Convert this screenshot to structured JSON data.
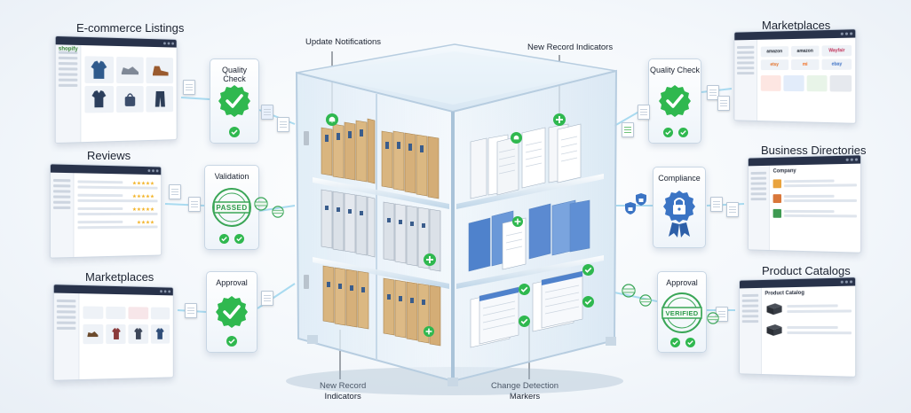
{
  "labels": {
    "ecommerce_listings": "E-commerce Listings",
    "reviews": "Reviews",
    "marketplaces_left": "Marketplaces",
    "marketplaces_right": "Marketplaces",
    "business_directories": "Business Directories",
    "product_catalogs": "Product Catalogs",
    "update_notifications": "Update Notifications",
    "new_record_indicators_top": "New Record Indicators",
    "new_record_indicators_bottom_line1": "New Record",
    "new_record_indicators_bottom_line2": "Indicators",
    "change_detection_line1": "Change Detection",
    "change_detection_line2": "Markers"
  },
  "cards": {
    "quality_check_left": "Quality Check",
    "validation": "Validation",
    "approval_left": "Approval",
    "quality_check_right": "Quality Check",
    "compliance": "Compliance",
    "approval_right": "Approval"
  },
  "stamps": {
    "passed": "PASSED",
    "verified": "VERIFIED"
  },
  "panels": {
    "shopify_brand": "shopify",
    "marketplaces_brands": [
      "amazon",
      "amazon",
      "Wayfair",
      "etsy",
      "mi",
      "ebay"
    ],
    "directories_title": "Company",
    "catalog_title": "Product Catalog"
  },
  "colors": {
    "accent_green": "#2fb84f",
    "glass_blue": "#cfe2f2",
    "folder_tan": "#d9b57f",
    "binder_gray": "#dfe4ea",
    "window_bar": "#28324a"
  }
}
